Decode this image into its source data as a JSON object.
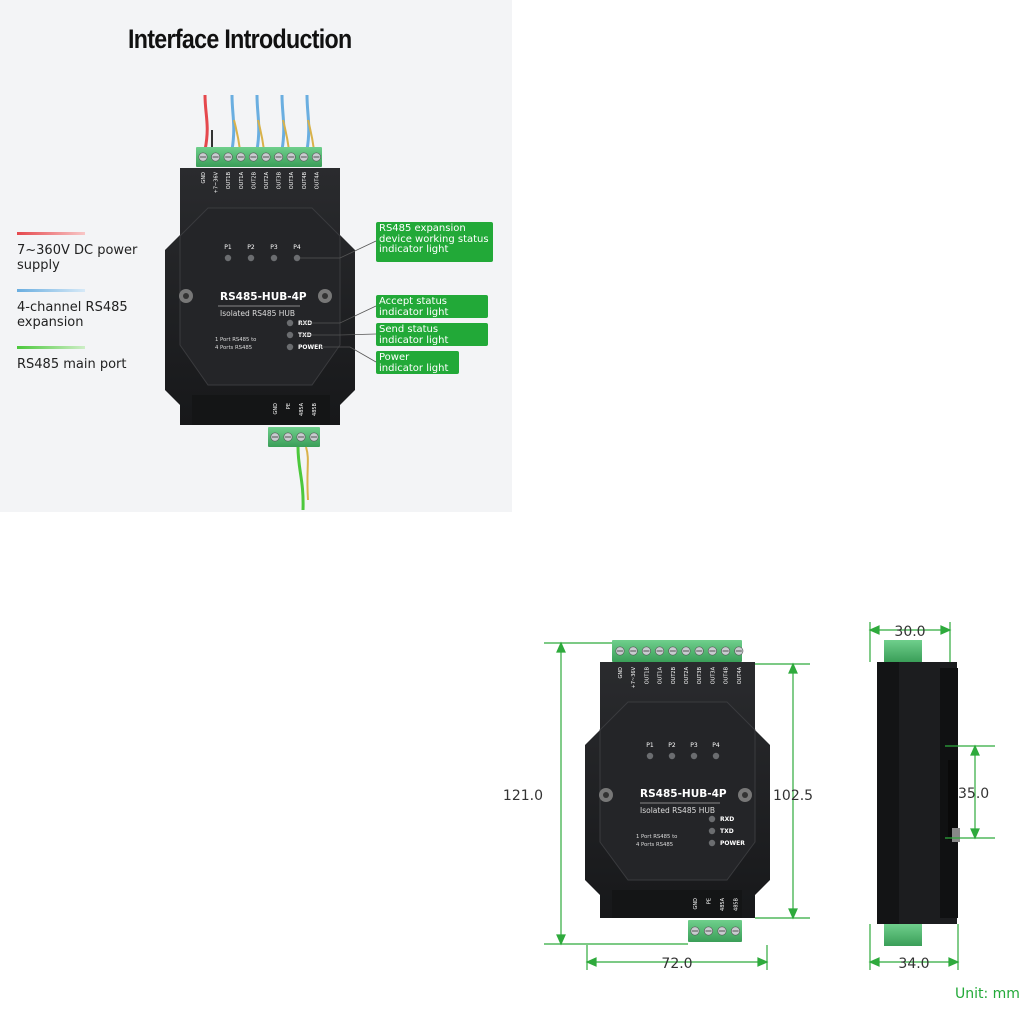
{
  "title": "Interface Introduction",
  "legend": [
    {
      "label": "7~360V DC power supply",
      "color": "#e5484d"
    },
    {
      "label": "4-channel RS485 expansion",
      "color": "#6aaee0"
    },
    {
      "label": "RS485 main port",
      "color": "#4cc83c"
    }
  ],
  "device": {
    "model": "RS485-HUB-4P",
    "subtitle": "Isolated RS485 HUB",
    "desc_line1": "1 Port RS485 to",
    "desc_line2": "4 Ports RS485",
    "top_pins": [
      "GND",
      "+7~36V",
      "OUT1B",
      "OUT1A",
      "OUT2B",
      "OUT2A",
      "OUT3B",
      "OUT3A",
      "OUT4B",
      "OUT4A"
    ],
    "bottom_pins": [
      "GND",
      "PE",
      "485A",
      "485B"
    ],
    "port_leds": [
      "P1",
      "P2",
      "P3",
      "P4"
    ],
    "status_leds": [
      "RXD",
      "TXD",
      "POWER"
    ]
  },
  "callouts": {
    "expansion_led": "RS485 expansion device working status indicator light",
    "rxd": "Accept status indicator light",
    "txd": "Send status indicator light",
    "power": "Power indicator light"
  },
  "dimensions": {
    "total_height": "121.0",
    "body_height": "102.5",
    "width": "72.0",
    "side_top_depth": "30.0",
    "side_bottom_depth": "34.0",
    "rail_height": "35.0"
  },
  "unit": "Unit: mm",
  "colors": {
    "accent_green": "#22a938",
    "device_body": "#1e1f21",
    "terminal_green": "#4bb76a"
  }
}
